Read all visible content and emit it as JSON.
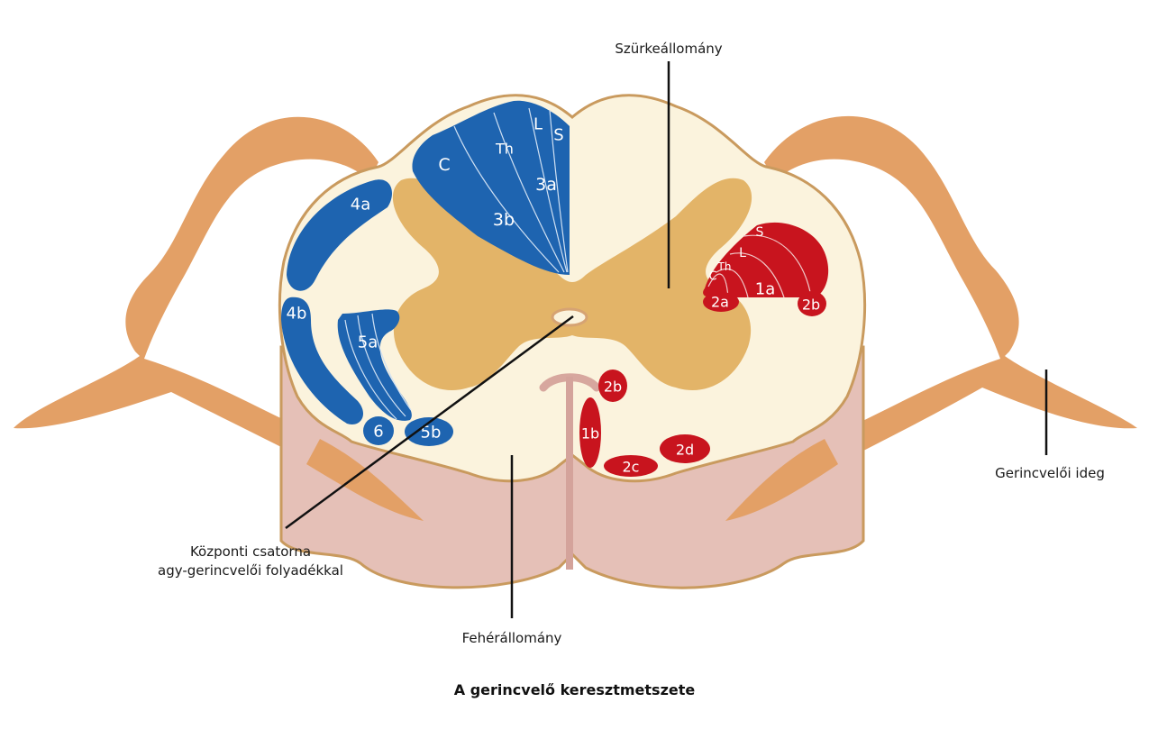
{
  "title": "A gerincvelő keresztmetszete",
  "colors": {
    "nerve": "#e3a066",
    "white_matter": "#fbf3dd",
    "grey_matter": "#e3b468",
    "pia_lower": "#e5c0b7",
    "outline": "#c99a5e",
    "ascending_tracts": "#1e64b0",
    "descending_tracts": "#c8141e",
    "leader_line": "#111111"
  },
  "callouts": {
    "grey_matter": "Szürkeállomány",
    "central_canal_line1": "Központi csatorna",
    "central_canal_line2": "agy-gerincvelői folyadékkal",
    "white_matter": "Fehérállomány",
    "spinal_nerve": "Gerincvelői ideg"
  },
  "blue_tracts": {
    "dorsal_column_segments": [
      "C",
      "Th",
      "L",
      "S"
    ],
    "fasciculus_cuneatus": "3b",
    "fasciculus_gracilis": "3a",
    "tract_4a": "4a",
    "tract_4b": "4b",
    "tract_5a": "5a",
    "tract_5b": "5b",
    "tract_6": "6"
  },
  "red_tracts": {
    "lateral_corticospinal_segments": [
      "C",
      "Th",
      "L",
      "S"
    ],
    "tract_1a": "1a",
    "tract_2a": "2a",
    "tract_2b_lateral": "2b",
    "tract_2b_ventral": "2b",
    "tract_1b": "1b",
    "tract_2c": "2c",
    "tract_2d": "2d"
  }
}
